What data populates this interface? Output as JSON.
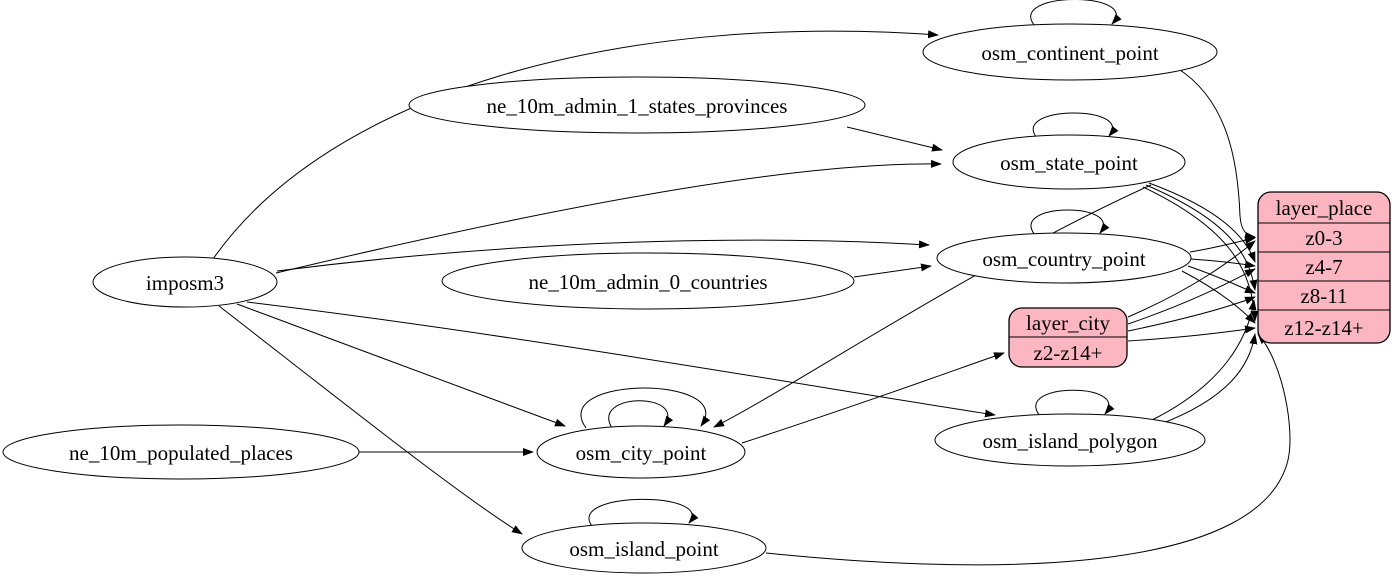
{
  "colors": {
    "background": "#ffffff",
    "node_fill": "#ffffff",
    "record_fill": "#fcb6c1",
    "stroke": "#000000"
  },
  "nodes": {
    "imposm3": {
      "label": "imposm3"
    },
    "ne_10m_admin_1_states_provinces": {
      "label": "ne_10m_admin_1_states_provinces"
    },
    "ne_10m_admin_0_countries": {
      "label": "ne_10m_admin_0_countries"
    },
    "ne_10m_populated_places": {
      "label": "ne_10m_populated_places"
    },
    "osm_continent_point": {
      "label": "osm_continent_point"
    },
    "osm_state_point": {
      "label": "osm_state_point"
    },
    "osm_country_point": {
      "label": "osm_country_point"
    },
    "osm_city_point": {
      "label": "osm_city_point"
    },
    "osm_island_polygon": {
      "label": "osm_island_polygon"
    },
    "osm_island_point": {
      "label": "osm_island_point"
    },
    "layer_city": {
      "title": "layer_city",
      "rows": [
        "z2-z14+"
      ]
    },
    "layer_place": {
      "title": "layer_place",
      "rows": [
        "z0-3",
        "z4-7",
        "z8-11",
        "z12-z14+"
      ]
    }
  },
  "edges": [
    {
      "from": "imposm3",
      "to": "osm_continent_point"
    },
    {
      "from": "imposm3",
      "to": "osm_state_point"
    },
    {
      "from": "imposm3",
      "to": "osm_country_point"
    },
    {
      "from": "imposm3",
      "to": "osm_city_point"
    },
    {
      "from": "imposm3",
      "to": "osm_island_polygon"
    },
    {
      "from": "imposm3",
      "to": "osm_island_point"
    },
    {
      "from": "ne_10m_admin_1_states_provinces",
      "to": "osm_state_point"
    },
    {
      "from": "ne_10m_admin_0_countries",
      "to": "osm_country_point"
    },
    {
      "from": "ne_10m_populated_places",
      "to": "osm_city_point"
    },
    {
      "from": "osm_continent_point",
      "to": "osm_continent_point"
    },
    {
      "from": "osm_state_point",
      "to": "osm_state_point"
    },
    {
      "from": "osm_country_point",
      "to": "osm_country_point"
    },
    {
      "from": "osm_city_point",
      "to": "osm_city_point"
    },
    {
      "from": "osm_city_point",
      "to": "osm_city_point"
    },
    {
      "from": "osm_island_polygon",
      "to": "osm_island_polygon"
    },
    {
      "from": "osm_island_point",
      "to": "osm_island_point"
    },
    {
      "from": "osm_state_point",
      "to": "osm_city_point"
    },
    {
      "from": "osm_city_point",
      "to": "layer_city:z2-z14+"
    },
    {
      "from": "osm_continent_point",
      "to": "layer_place:z0-3"
    },
    {
      "from": "osm_country_point",
      "to": "layer_place:z0-3"
    },
    {
      "from": "osm_country_point",
      "to": "layer_place:z4-7"
    },
    {
      "from": "osm_country_point",
      "to": "layer_place:z8-11"
    },
    {
      "from": "osm_country_point",
      "to": "layer_place:z12-z14+"
    },
    {
      "from": "osm_state_point",
      "to": "layer_place:z4-7"
    },
    {
      "from": "osm_state_point",
      "to": "layer_place:z8-11"
    },
    {
      "from": "osm_state_point",
      "to": "layer_place:z12-z14+"
    },
    {
      "from": "layer_city",
      "to": "layer_place:z0-3"
    },
    {
      "from": "layer_city",
      "to": "layer_place:z4-7"
    },
    {
      "from": "layer_city",
      "to": "layer_place:z8-11"
    },
    {
      "from": "layer_city",
      "to": "layer_place:z12-z14+"
    },
    {
      "from": "osm_island_polygon",
      "to": "layer_place:z8-11"
    },
    {
      "from": "osm_island_polygon",
      "to": "layer_place:z12-z14+"
    },
    {
      "from": "osm_island_point",
      "to": "layer_place:z12-z14+"
    }
  ]
}
